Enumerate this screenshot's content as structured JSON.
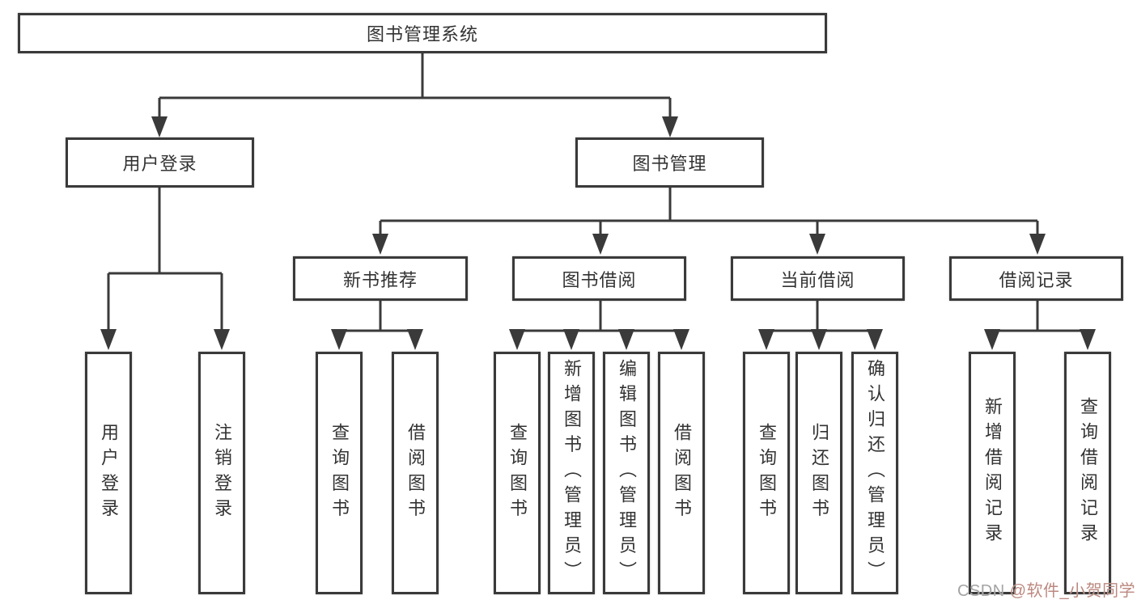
{
  "nodes": {
    "root": "图书管理系统",
    "user_login": "用户登录",
    "book_mgmt": "图书管理",
    "new_book_rec": "新书推荐",
    "book_borrow": "图书借阅",
    "current_borrow": "当前借阅",
    "borrow_records": "借阅记录",
    "leaf_user_login": "用户登录",
    "leaf_logout": "注销登录",
    "leaf_rec_query": "查询图书",
    "leaf_rec_borrow": "借阅图书",
    "leaf_bb_query": "查询图书",
    "leaf_bb_add": "新增图书（管理员）",
    "leaf_bb_edit": "编辑图书（管理员）",
    "leaf_bb_borrow": "借阅图书",
    "leaf_cb_query": "查询图书",
    "leaf_cb_return": "归还图书",
    "leaf_cb_confirm": "确认归还（管理员）",
    "leaf_br_add": "新增借阅记录",
    "leaf_br_query": "查询借阅记录"
  },
  "tree": {
    "root": "图书管理系统",
    "children": [
      {
        "label": "用户登录",
        "children": [
          "用户登录",
          "注销登录"
        ]
      },
      {
        "label": "图书管理",
        "children": [
          {
            "label": "新书推荐",
            "children": [
              "查询图书",
              "借阅图书"
            ]
          },
          {
            "label": "图书借阅",
            "children": [
              "查询图书",
              "新增图书（管理员）",
              "编辑图书（管理员）",
              "借阅图书"
            ]
          },
          {
            "label": "当前借阅",
            "children": [
              "查询图书",
              "归还图书",
              "确认归还（管理员）"
            ]
          },
          {
            "label": "借阅记录",
            "children": [
              "新增借阅记录",
              "查询借阅记录"
            ]
          }
        ]
      }
    ]
  },
  "colors": {
    "line": "#3a3a3a",
    "text": "#333333",
    "watermark_brand": "#a3a3a3",
    "watermark_user": "#bb8980"
  },
  "watermark": {
    "brand": "CSDN ",
    "user": "@软件_小贺同学"
  }
}
